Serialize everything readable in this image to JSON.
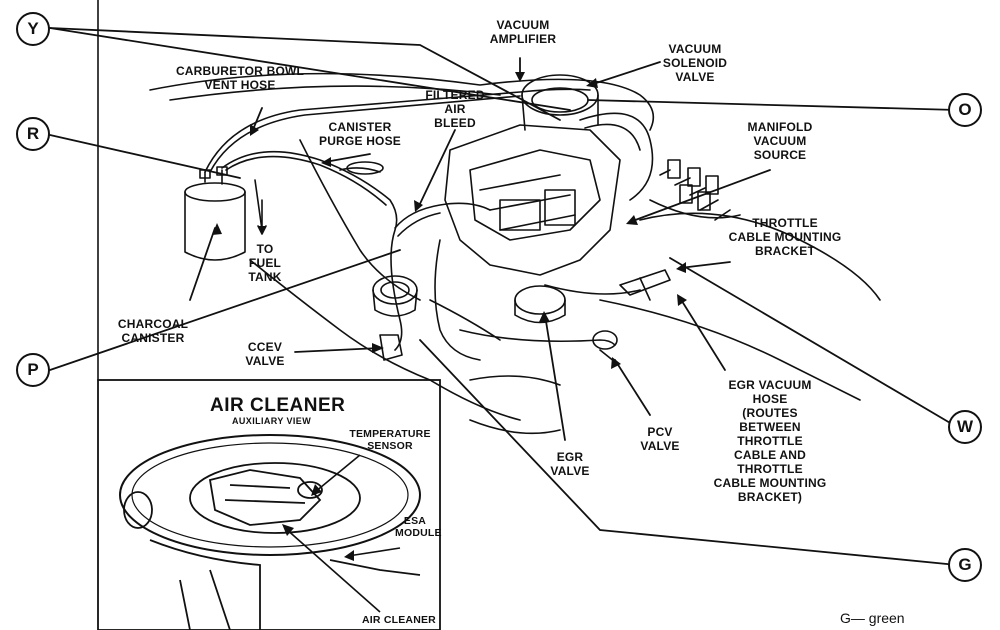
{
  "callouts": {
    "y": "Y",
    "r": "R",
    "p": "P",
    "o": "O",
    "w": "W",
    "g": "G"
  },
  "labels": {
    "vacuum_amplifier": "VACUUM\nAMPLIFIER",
    "vacuum_solenoid_valve": "VACUUM\nSOLENOID\nVALVE",
    "carburetor_bowl_vent_hose": "CARBURETOR BOWL\nVENT HOSE",
    "filtered_air_bleed": "FILTERED\nAIR\nBLEED",
    "canister_purge_hose": "CANISTER\nPURGE HOSE",
    "manifold_vacuum_source": "MANIFOLD\nVACUUM\nSOURCE",
    "throttle_cable_mounting_bracket": "THROTTLE\nCABLE MOUNTING\nBRACKET",
    "to_fuel_tank": "TO\nFUEL\nTANK",
    "charcoal_canister": "CHARCOAL\nCANISTER",
    "ccev_valve": "CCEV\nVALVE",
    "egr_vacuum_hose": "EGR VACUUM\nHOSE\n(ROUTES\nBETWEEN\nTHROTTLE\nCABLE AND\nTHROTTLE\nCABLE MOUNTING\nBRACKET)",
    "pcv_valve": "PCV\nVALVE",
    "egr_valve": "EGR\nVALVE"
  },
  "inset": {
    "title": "AIR CLEANER",
    "subtitle": "AUXILIARY VIEW",
    "temperature_sensor": "TEMPERATURE\nSENSOR",
    "esa_module": "ESA\nMODULE",
    "air_cleaner": "AIR CLEANER"
  },
  "legend": {
    "text": "G— green"
  }
}
